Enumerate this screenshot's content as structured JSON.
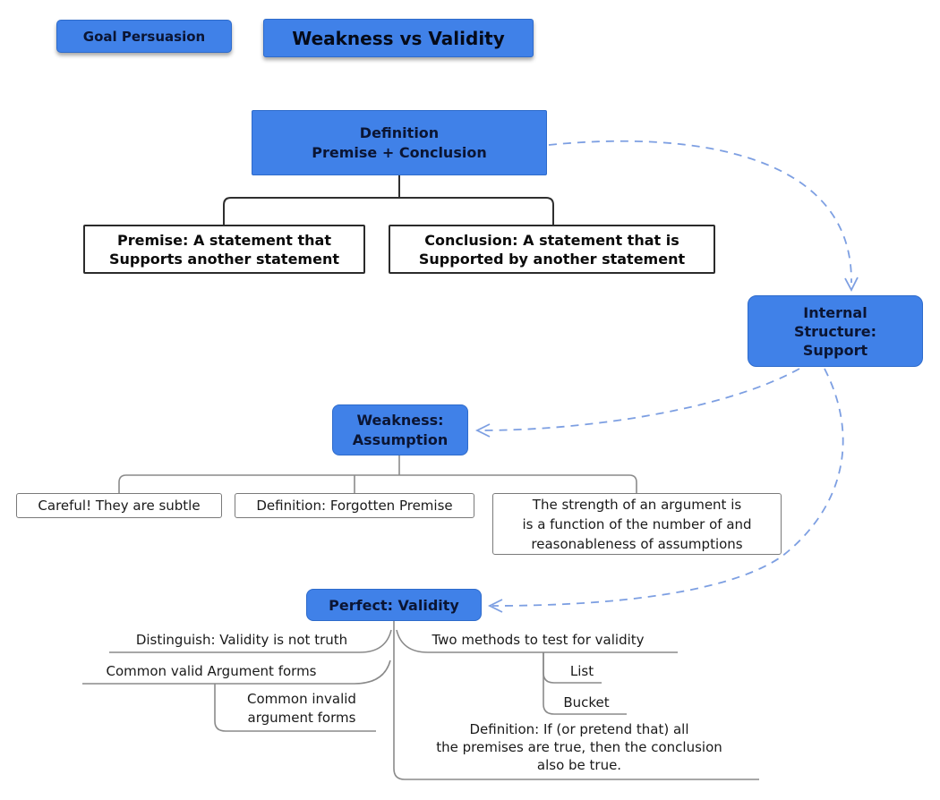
{
  "palette": {
    "node_blue": "#4081E8",
    "node_border": "#2E6BCB",
    "dash_blue": "#7D9FE2",
    "tree_line_dark": "#2F2F2F",
    "tree_line_gray": "#8A8A8A",
    "node_text_dark": "#0B1533"
  },
  "nodes": {
    "goal": {
      "label": "Goal Persuasion"
    },
    "title": {
      "label": "Weakness vs Validity"
    },
    "definition": {
      "lines": [
        "Definition",
        "Premise + Conclusion"
      ]
    },
    "premise": {
      "lines": [
        "Premise: A statement that",
        "Supports another statement"
      ]
    },
    "conclusion": {
      "lines": [
        "Conclusion: A statement that is",
        "Supported by another statement"
      ]
    },
    "internal_structure": {
      "lines": [
        "Internal",
        "Structure:",
        "Support"
      ]
    },
    "weakness_assumption": {
      "lines": [
        "Weakness:",
        "Assumption"
      ]
    },
    "careful": {
      "label": "Careful! They are subtle"
    },
    "forgotten_premise": {
      "label": "Definition: Forgotten Premise"
    },
    "strength": {
      "lines": [
        "The strength of an argument is",
        "is a function of the number of and",
        "reasonableness of assumptions"
      ]
    },
    "perfect_validity": {
      "label": "Perfect: Validity"
    },
    "distinguish": {
      "label": "Distinguish: Validity is not truth"
    },
    "two_methods": {
      "label": "Two methods to test for validity"
    },
    "common_valid": {
      "label": "Common valid Argument forms"
    },
    "common_invalid": {
      "lines": [
        "Common invalid",
        "argument forms"
      ]
    },
    "list": {
      "label": "List"
    },
    "bucket": {
      "label": "Bucket"
    },
    "validity_definition": {
      "lines": [
        "Definition: If (or pretend that) all",
        "the premises are true, then the conclusion",
        "also be true."
      ]
    }
  }
}
